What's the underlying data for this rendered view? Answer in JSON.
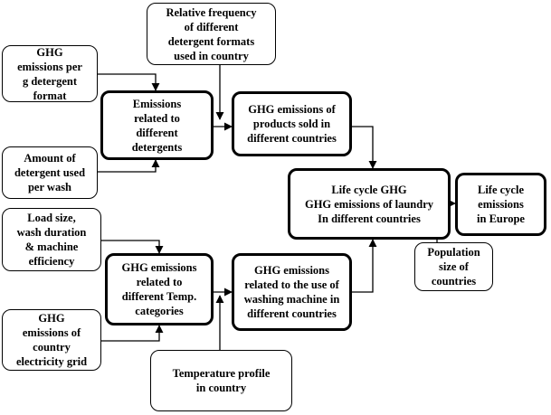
{
  "nodes": {
    "detergent_formats": "Relative frequency\nof different\ndetergent formats\nused in country",
    "ghg_per_g": "GHG\nemissions per\ng detergent\nformat",
    "emissions_detergents": "Emissions\nrelated to\ndifferent\ndetergents",
    "amount_detergent": "Amount of\ndetergent used\nper wash",
    "ghg_products": "GHG emissions  of\nproducts sold in\ndifferent countries",
    "life_cycle_laundry": "Life cycle GHG\nGHG emissions of laundry\nIn different countries",
    "life_cycle_europe": "Life cycle\nemissions\nin Europe",
    "load_size": "Load size,\nwash duration\n& machine\nefficiency",
    "ghg_temp": "GHG emissions\nrelated to\ndifferent Temp.\ncategories",
    "ghg_washing_machine": "GHG emissions\nrelated to the use of\nwashing machine in\ndifferent countries",
    "population": "Population\nsize of\ncountries",
    "ghg_electricity": "GHG\nemissions of\ncountry\nelectricity grid",
    "temperature_profile": "Temperature profile\nin country"
  }
}
